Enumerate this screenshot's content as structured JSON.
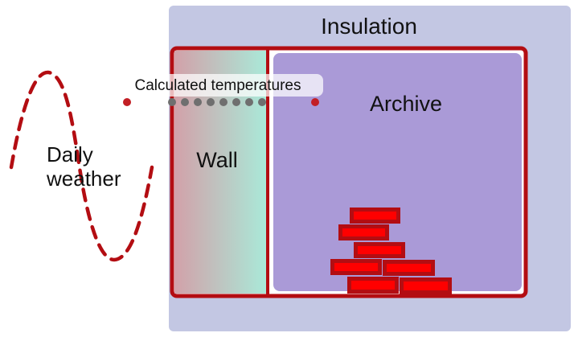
{
  "labels": {
    "insulation": "Insulation",
    "archive": "Archive",
    "wall": "Wall",
    "weather_line1": "Daily",
    "weather_line2": "weather",
    "calculated_temperatures": "Calculated temperatures"
  },
  "colors": {
    "insulation_fill": "#c3c7e3",
    "frame_red": "#b30d12",
    "archive_fill": "#aa9ad7",
    "wall_gradient_left": "#d2a1a9",
    "wall_gradient_right": "#a9ead9",
    "temperature_dot_red": "#c21f25",
    "temperature_dot_gray": "#6f6f6f",
    "brick_fill": "#ff0000",
    "brick_border": "#b30d12"
  },
  "icons": {
    "weather_curve": "dashed-sine-wave-icon",
    "bricks": "brick-stack-icon"
  }
}
